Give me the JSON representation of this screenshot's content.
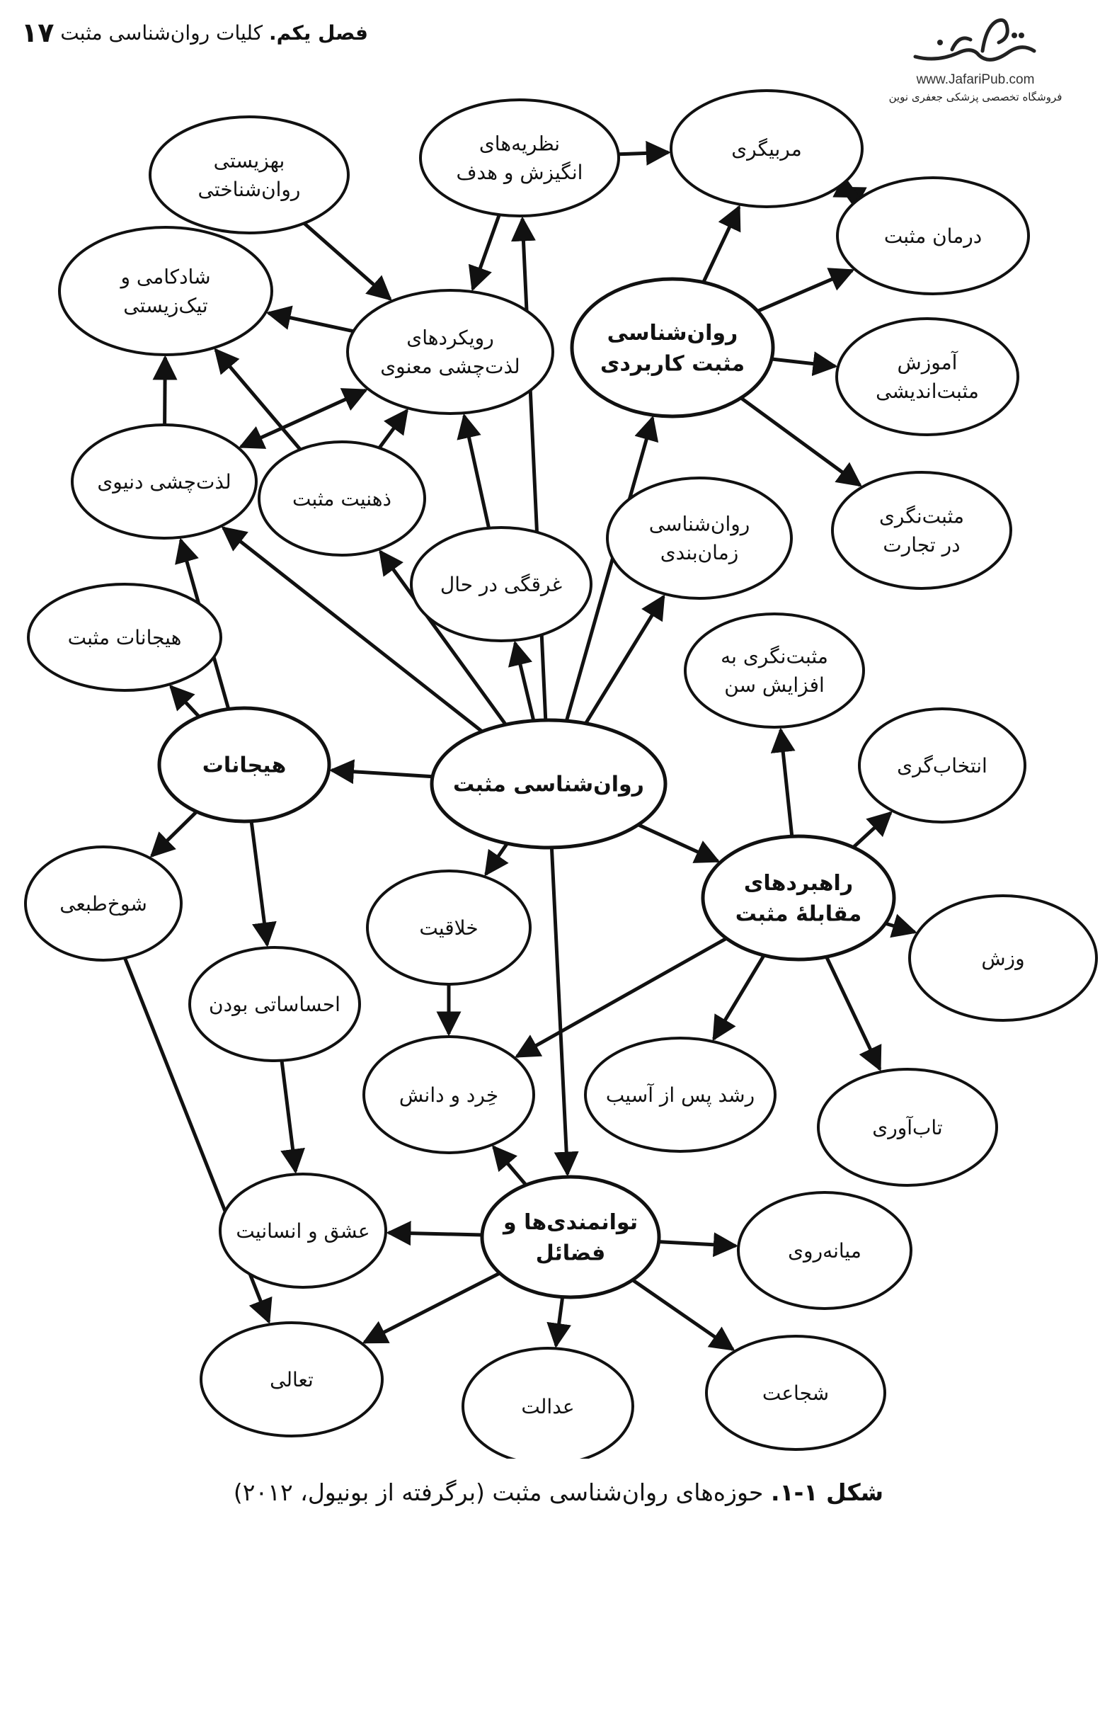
{
  "header": {
    "page_number": "۱۷",
    "chapter": "فصل یکم.",
    "book_title": "کلیات روان‌شناسی مثبت"
  },
  "publisher": {
    "url": "www.JafariPub.com",
    "tagline": "فروشگاه تخصصی پزشکی جعفری نوین"
  },
  "diagram": {
    "nodes": [
      {
        "id": "positive-psychology",
        "lines": [
          "روان‌شناسی مثبت"
        ],
        "bold": true
      },
      {
        "id": "psychological-wellbeing",
        "lines": [
          "بهزیستی",
          "روان‌شناختی"
        ],
        "bold": false
      },
      {
        "id": "motivation-theories",
        "lines": [
          "نظریه‌های",
          "انگیزش و هدف"
        ],
        "bold": false
      },
      {
        "id": "coaching",
        "lines": [
          "مربیگری"
        ],
        "bold": false
      },
      {
        "id": "positive-therapy",
        "lines": [
          "درمان مثبت"
        ],
        "bold": false
      },
      {
        "id": "happiness",
        "lines": [
          "شادکامی و",
          "تیک‌زیستی"
        ],
        "bold": false
      },
      {
        "id": "eudaimonic-approaches",
        "lines": [
          "رویکردهای",
          "لذت‌چشی معنوی"
        ],
        "bold": false
      },
      {
        "id": "applied-positive-psychology",
        "lines": [
          "روان‌شناسی",
          "مثبت کاربردی"
        ],
        "bold": true
      },
      {
        "id": "positive-thinking-education",
        "lines": [
          "آموزش",
          "مثبت‌اندیشی"
        ],
        "bold": false
      },
      {
        "id": "hedonism",
        "lines": [
          "لذت‌چشی دنیوی"
        ],
        "bold": false
      },
      {
        "id": "positive-mindset",
        "lines": [
          "ذهنیت مثبت"
        ],
        "bold": false
      },
      {
        "id": "flow",
        "lines": [
          "غرقگی در حال"
        ],
        "bold": false
      },
      {
        "id": "time-psychology",
        "lines": [
          "روان‌شناسی",
          "زمان‌بندی"
        ],
        "bold": false
      },
      {
        "id": "positivity-in-business",
        "lines": [
          "مثبت‌نگری",
          "در تجارت"
        ],
        "bold": false
      },
      {
        "id": "positive-emotions",
        "lines": [
          "هیجانات مثبت"
        ],
        "bold": false
      },
      {
        "id": "positive-aging",
        "lines": [
          "مثبت‌نگری به",
          "افزایش سن"
        ],
        "bold": false
      },
      {
        "id": "emotions",
        "lines": [
          "هیجانات"
        ],
        "bold": true
      },
      {
        "id": "choice",
        "lines": [
          "انتخاب‌گری"
        ],
        "bold": false
      },
      {
        "id": "humor",
        "lines": [
          "شوخ‌طبعی"
        ],
        "bold": false
      },
      {
        "id": "creativity",
        "lines": [
          "خلاقیت"
        ],
        "bold": false
      },
      {
        "id": "positive-coping",
        "lines": [
          "راهبردهای",
          "مقابلهٔ مثبت"
        ],
        "bold": true
      },
      {
        "id": "exercise",
        "lines": [
          "وزش"
        ],
        "bold": false
      },
      {
        "id": "emotional-intelligence",
        "lines": [
          "احساساتی بودن"
        ],
        "bold": false
      },
      {
        "id": "wisdom",
        "lines": [
          "خِرد و دانش"
        ],
        "bold": false
      },
      {
        "id": "posttraumatic-growth",
        "lines": [
          "رشد پس از آسیب"
        ],
        "bold": false
      },
      {
        "id": "resilience",
        "lines": [
          "تاب‌آوری"
        ],
        "bold": false
      },
      {
        "id": "love-humanity",
        "lines": [
          "عشق و انسانیت"
        ],
        "bold": false
      },
      {
        "id": "strengths-virtues",
        "lines": [
          "توانمندی‌ها و",
          "فضائل"
        ],
        "bold": true
      },
      {
        "id": "temperance",
        "lines": [
          "میانه‌روی"
        ],
        "bold": false
      },
      {
        "id": "transcendence",
        "lines": [
          "تعالی"
        ],
        "bold": false
      },
      {
        "id": "justice",
        "lines": [
          "عدالت"
        ],
        "bold": false
      },
      {
        "id": "courage",
        "lines": [
          "شجاعت"
        ],
        "bold": false
      }
    ],
    "edges": [
      {
        "from": "positive-psychology",
        "to": "emotions",
        "both": false
      },
      {
        "from": "positive-psychology",
        "to": "hedonism",
        "both": false
      },
      {
        "from": "positive-psychology",
        "to": "positive-mindset",
        "both": false
      },
      {
        "from": "positive-psychology",
        "to": "flow",
        "both": false
      },
      {
        "from": "positive-psychology",
        "to": "motivation-theories",
        "both": false
      },
      {
        "from": "positive-psychology",
        "to": "applied-positive-psychology",
        "both": false
      },
      {
        "from": "positive-psychology",
        "to": "time-psychology",
        "both": false
      },
      {
        "from": "positive-psychology",
        "to": "positive-coping",
        "both": false
      },
      {
        "from": "positive-psychology",
        "to": "creativity",
        "both": false
      },
      {
        "from": "positive-psychology",
        "to": "strengths-virtues",
        "both": false
      },
      {
        "from": "psychological-wellbeing",
        "to": "eudaimonic-approaches",
        "both": false
      },
      {
        "from": "motivation-theories",
        "to": "eudaimonic-approaches",
        "both": false
      },
      {
        "from": "motivation-theories",
        "to": "coaching",
        "both": false
      },
      {
        "from": "eudaimonic-approaches",
        "to": "happiness",
        "both": false
      },
      {
        "from": "eudaimonic-approaches",
        "to": "hedonism",
        "both": true
      },
      {
        "from": "hedonism",
        "to": "happiness",
        "both": false
      },
      {
        "from": "positive-mindset",
        "to": "happiness",
        "both": false
      },
      {
        "from": "positive-mindset",
        "to": "eudaimonic-approaches",
        "both": false
      },
      {
        "from": "flow",
        "to": "eudaimonic-approaches",
        "both": false
      },
      {
        "from": "applied-positive-psychology",
        "to": "coaching",
        "both": false
      },
      {
        "from": "applied-positive-psychology",
        "to": "positive-therapy",
        "both": false
      },
      {
        "from": "applied-positive-psychology",
        "to": "positive-thinking-education",
        "both": false
      },
      {
        "from": "applied-positive-psychology",
        "to": "positivity-in-business",
        "both": false
      },
      {
        "from": "coaching",
        "to": "positive-therapy",
        "both": true
      },
      {
        "from": "emotions",
        "to": "positive-emotions",
        "both": false
      },
      {
        "from": "emotions",
        "to": "hedonism",
        "both": false
      },
      {
        "from": "emotions",
        "to": "humor",
        "both": false
      },
      {
        "from": "emotions",
        "to": "emotional-intelligence",
        "both": false
      },
      {
        "from": "humor",
        "to": "transcendence",
        "both": false
      },
      {
        "from": "emotional-intelligence",
        "to": "love-humanity",
        "both": false
      },
      {
        "from": "creativity",
        "to": "wisdom",
        "both": false
      },
      {
        "from": "positive-coping",
        "to": "positive-aging",
        "both": false
      },
      {
        "from": "positive-coping",
        "to": "choice",
        "both": false
      },
      {
        "from": "positive-coping",
        "to": "exercise",
        "both": false
      },
      {
        "from": "positive-coping",
        "to": "resilience",
        "both": false
      },
      {
        "from": "positive-coping",
        "to": "posttraumatic-growth",
        "both": false
      },
      {
        "from": "positive-coping",
        "to": "wisdom",
        "both": false
      },
      {
        "from": "strengths-virtues",
        "to": "wisdom",
        "both": false
      },
      {
        "from": "strengths-virtues",
        "to": "love-humanity",
        "both": false
      },
      {
        "from": "strengths-virtues",
        "to": "temperance",
        "both": false
      },
      {
        "from": "strengths-virtues",
        "to": "transcendence",
        "both": false
      },
      {
        "from": "strengths-virtues",
        "to": "justice",
        "both": false
      },
      {
        "from": "strengths-virtues",
        "to": "courage",
        "both": false
      }
    ]
  },
  "caption": {
    "label": "شکل ۱-۱.",
    "text": "حوزه‌های روان‌شناسی مثبت (برگرفته از بونیول، ۲۰۱۲)"
  }
}
